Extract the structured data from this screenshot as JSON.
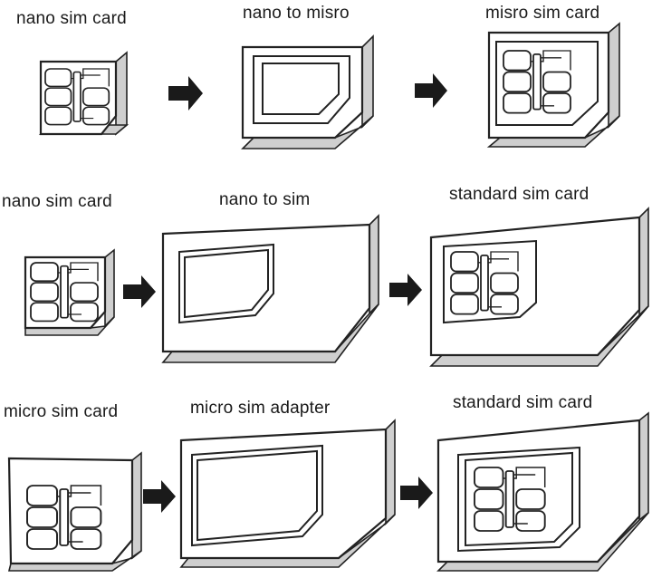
{
  "rows": [
    {
      "left": "nano sim card",
      "middle": "nano to misro",
      "right": "misro sim card"
    },
    {
      "left": "nano sim card",
      "middle": "nano to sim",
      "right": "standard sim card"
    },
    {
      "left": "micro sim card",
      "middle": "micro sim adapter",
      "right": "standard sim card"
    }
  ],
  "colors": {
    "line": "#222222",
    "arrow": "#1a1a1a",
    "card_edge": "#cfcfcf"
  }
}
